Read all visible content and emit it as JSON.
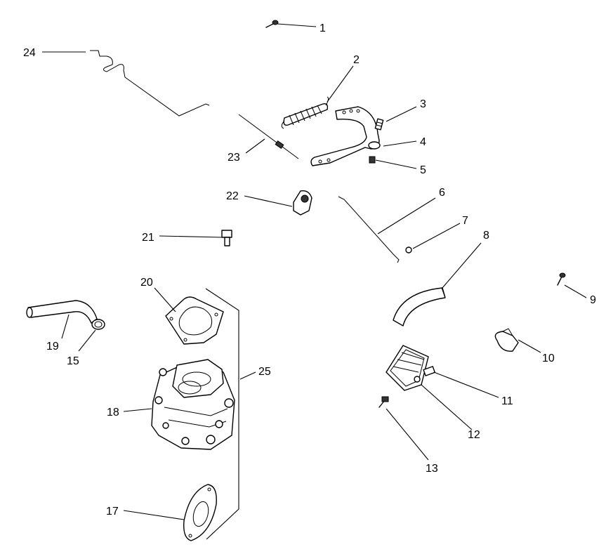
{
  "callouts": {
    "c1": "1",
    "c2": "2",
    "c3": "3",
    "c4": "4",
    "c5": "5",
    "c6": "6",
    "c7": "7",
    "c8": "8",
    "c9": "9",
    "c10": "10",
    "c11": "11",
    "c12": "12",
    "c13": "13",
    "c15": "15",
    "c17": "17",
    "c18": "18",
    "c19": "19",
    "c20": "20",
    "c21": "21",
    "c22": "22",
    "c23": "23",
    "c24": "24",
    "c25": "25"
  }
}
